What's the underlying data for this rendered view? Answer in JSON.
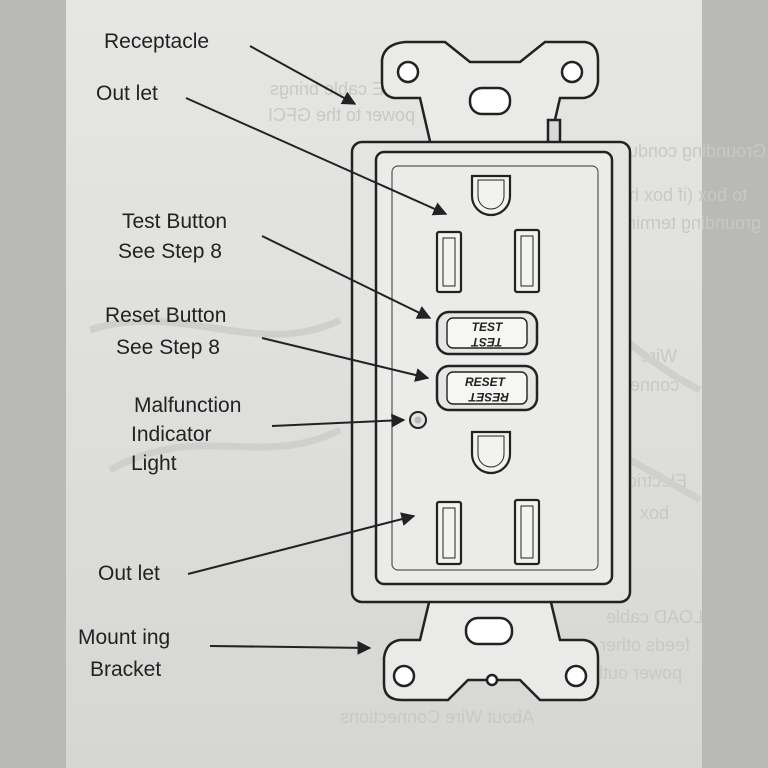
{
  "labels": {
    "receptacle": "Receptacle",
    "outlet_top": "Out let",
    "test_button": [
      "Test Button",
      "See Step 8"
    ],
    "reset_button": [
      "Reset Button",
      "See Step 8"
    ],
    "indicator": [
      "Malfunction",
      "Indicator",
      "Light"
    ],
    "outlet_bottom": "Out let",
    "bracket": [
      "Mount ing",
      "Bracket"
    ]
  },
  "buttons": {
    "test": "TEST",
    "reset": "RESET"
  },
  "show_through": {
    "line1": "LINE cable brings",
    "line2": "power to the GFCI",
    "ground1": "Grounding conductor",
    "ground2": "to box (if box has",
    "ground3": "grounding terminal)",
    "wire1": "Wire",
    "wire2": "connector",
    "box1": "Electrical",
    "box2": "box",
    "load1": "LOAD cable",
    "load2": "feeds other",
    "load3": "power outlets",
    "about": "About Wire Connections"
  }
}
